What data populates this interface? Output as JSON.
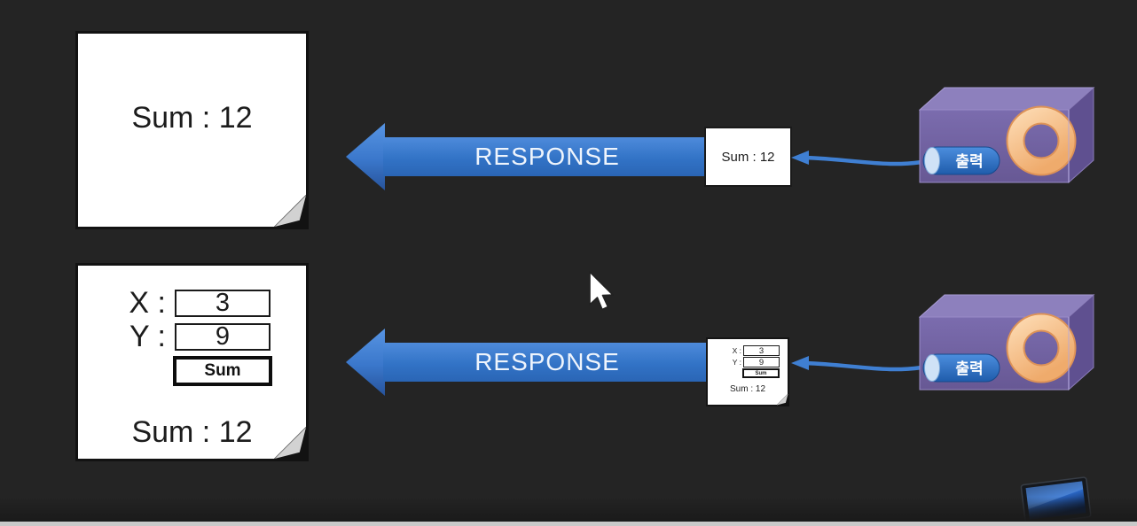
{
  "colors": {
    "background": "#242424",
    "arrow_blue": "#3273c6",
    "server_purple_front": "#7468a6",
    "server_purple_top": "#8d80bd",
    "server_purple_side": "#5f5090",
    "donut_orange": "#f7c296",
    "output_pill_blue": "#2e6fc0",
    "note_paper": "#ffffff",
    "bottom_strip": "#c9c9c9"
  },
  "top_row": {
    "client_note": {
      "result": "Sum : 12"
    },
    "response_arrow_label": "RESPONSE",
    "server_result_box": {
      "result": "Sum : 12"
    },
    "server": {
      "output_label": "출력"
    }
  },
  "bottom_row": {
    "client_note": {
      "x_label": "X :",
      "x_value": "3",
      "y_label": "Y :",
      "y_value": "9",
      "sum_button_label": "Sum",
      "result": "Sum : 12"
    },
    "response_arrow_label": "RESPONSE",
    "server_form_note": {
      "x_label": "X :",
      "x_value": "3",
      "y_label": "Y :",
      "y_value": "9",
      "sum_button_label": "Sum",
      "result": "Sum : 12"
    },
    "server": {
      "output_label": "출력"
    }
  }
}
